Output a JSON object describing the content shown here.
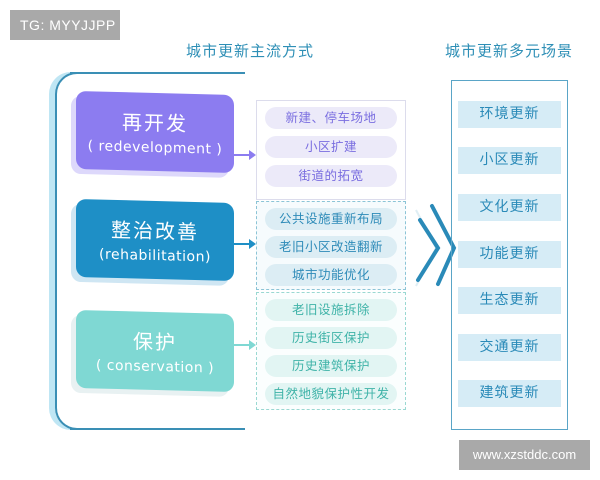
{
  "watermarks": {
    "top_left": "TG: MYYJJPP",
    "bottom_right": "www.xzstddc.com"
  },
  "titles": {
    "methods": "城市更新主流方式",
    "scenarios": "城市更新多元场景"
  },
  "methods": [
    {
      "name_cn": "再开发",
      "name_en": "( redevelopment )",
      "color": "#8c7cf0",
      "items": [
        "新建、停车场地",
        "小区扩建",
        "街道的拓宽"
      ]
    },
    {
      "name_cn": "整治改善",
      "name_en": "(rehabilitation)",
      "color": "#1e8fc6",
      "items": [
        "公共设施重新布局",
        "老旧小区改造翻新",
        "城市功能优化"
      ]
    },
    {
      "name_cn": "保护",
      "name_en": "( conservation )",
      "color": "#7fd8d3",
      "items": [
        "老旧设施拆除",
        "历史街区保护",
        "历史建筑保护",
        "自然地貌保护性开发"
      ]
    }
  ],
  "scenarios": [
    "环境更新",
    "小区更新",
    "文化更新",
    "功能更新",
    "生态更新",
    "交通更新",
    "建筑更新"
  ],
  "colors": {
    "accent_blue": "#2e8fb6",
    "redevelopment_purple": "#8c7cf0",
    "rehabilitation_blue": "#1e8fc6",
    "conservation_teal": "#7fd8d3",
    "scenario_bg": "#d6ecf6"
  }
}
